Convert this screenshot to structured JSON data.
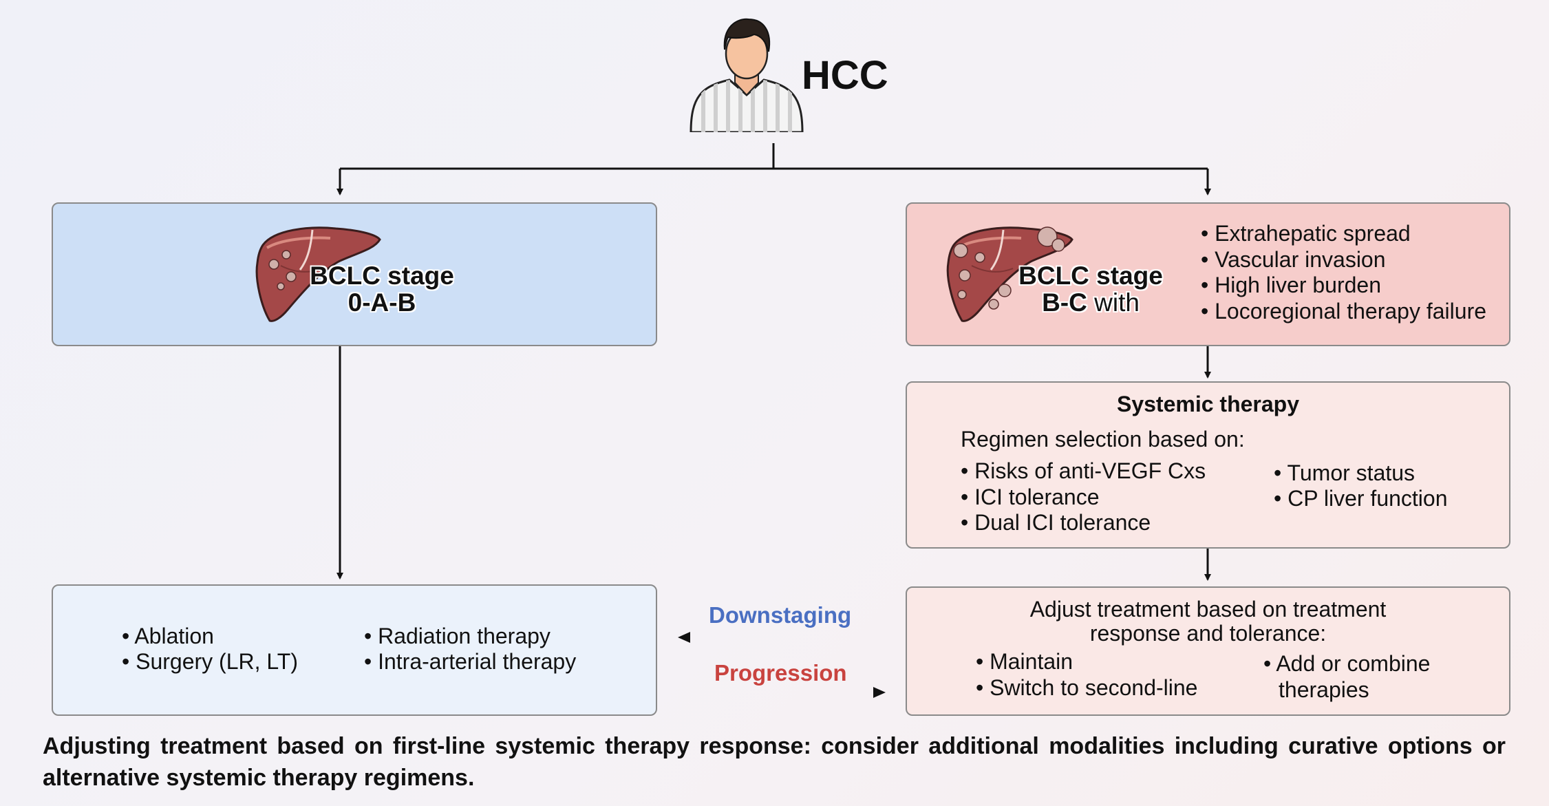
{
  "patient": {
    "label": "HCC"
  },
  "left_stage": {
    "line1": "BCLC stage",
    "line2": "0-A-B"
  },
  "right_stage": {
    "line1": "BCLC stage",
    "line2_bold": "B-C",
    "line2_rest": " with",
    "criteria": [
      "Extrahepatic spread",
      "Vascular invasion",
      "High liver burden",
      "Locoregional therapy failure"
    ]
  },
  "systemic": {
    "title": "Systemic therapy",
    "subtitle": "Regimen selection based on:",
    "left_items": [
      "Risks of anti-VEGF Cxs",
      "ICI tolerance",
      "Dual ICI tolerance"
    ],
    "right_items": [
      "Tumor status",
      "CP liver function"
    ]
  },
  "local_therapy": {
    "left_items": [
      "Ablation",
      "Surgery (LR, LT)"
    ],
    "right_items": [
      "Radiation therapy",
      "Intra-arterial therapy"
    ]
  },
  "adjust": {
    "title_line1": "Adjust treatment based on treatment",
    "title_line2": "response and tolerance:",
    "left_items": [
      "Maintain",
      "Switch to second-line"
    ],
    "right_item_line1": "Add or combine",
    "right_item_line2": "therapies"
  },
  "arrows": {
    "downstaging": "Downstaging",
    "progression": "Progression"
  },
  "caption": "Adjusting treatment based on first-line systemic therapy response: consider additional modalities including curative options or alternative systemic therapy regimens.",
  "colors": {
    "blue_box": "#cddff6",
    "pale_blue_box": "#ebf2fb",
    "pink_box": "#f6cdcb",
    "pale_pink_box": "#fae8e6",
    "downstaging": "#4a6fc2",
    "progression": "#c9433f",
    "liver": "#a44848"
  },
  "icons": [
    "patient-icon",
    "liver-icon",
    "tumor-liver-icon"
  ]
}
